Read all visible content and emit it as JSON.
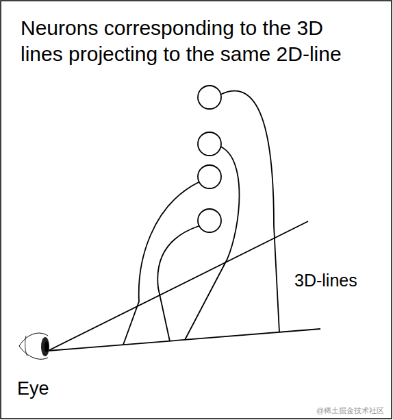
{
  "diagram": {
    "title": "Neurons corresponding to the 3D lines projecting to the same 2D-line",
    "labels": [
      "3D-lines",
      "Eye",
      "@稀土掘金技术社区"
    ]
  }
}
